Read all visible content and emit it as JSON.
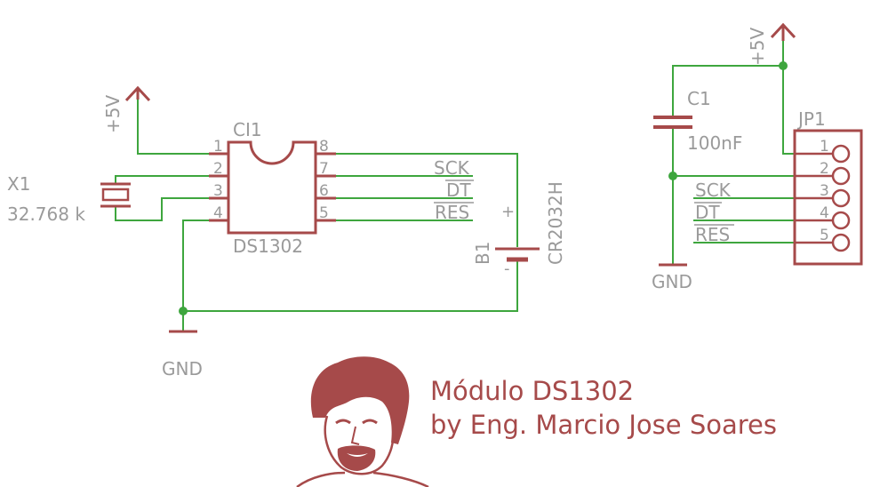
{
  "colors": {
    "wire": "#3ea63e",
    "part": "#a64a4a",
    "text": "#9a9a9a",
    "title": "#a64a4a"
  },
  "labels": {
    "vcc_left": "+5V",
    "vcc_right": "+5V",
    "gnd_left": "GND",
    "gnd_right": "GND",
    "crystal_name": "X1",
    "crystal_value": "32.768 k",
    "ic_name": "CI1",
    "ic_value": "DS1302",
    "battery_name": "B1",
    "battery_value": "CR2032H",
    "battery_plus": "+",
    "battery_minus": "-",
    "cap_name": "C1",
    "cap_value": "100nF",
    "header_name": "JP1"
  },
  "ic_pins": [
    "1",
    "2",
    "3",
    "4",
    "8",
    "7",
    "6",
    "5"
  ],
  "ic_nets": [
    "SCK",
    "DT",
    "RES"
  ],
  "header_pins": [
    "1",
    "2",
    "3",
    "4",
    "5"
  ],
  "header_nets": [
    "SCK",
    "DT",
    "RES"
  ],
  "title": {
    "line1": "Módulo DS1302",
    "line2": "by Eng. Marcio Jose Soares"
  }
}
